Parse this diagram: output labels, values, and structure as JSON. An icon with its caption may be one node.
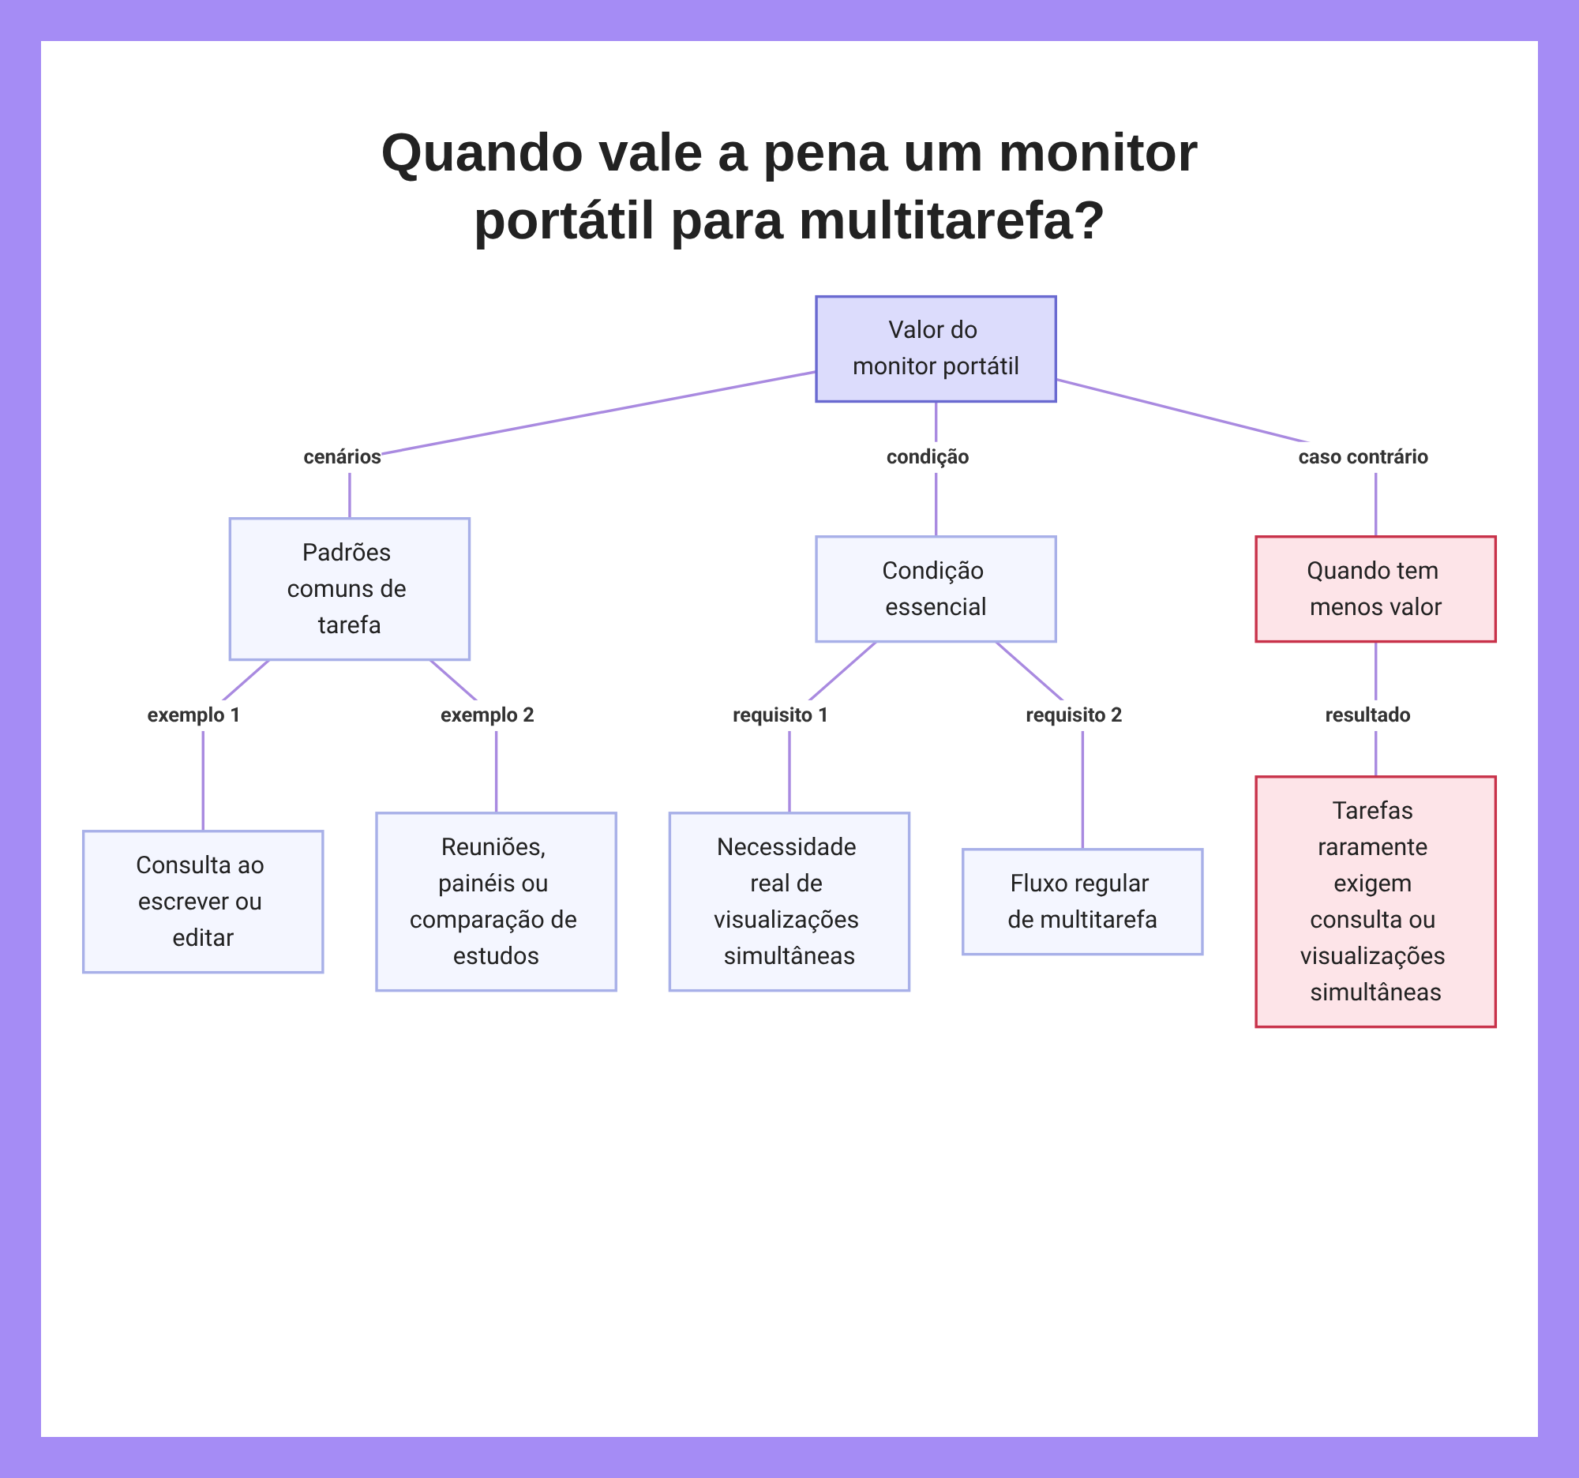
{
  "diagram": {
    "title": "Quando vale a pena um monitor portátil para multitarefa?",
    "nodes": [
      {
        "text": [
          "Valor do monitor portátil"
        ]
      },
      {
        "text": [
          "Padrões comuns de tarefa"
        ]
      },
      {
        "text": [
          "Condição essencial"
        ]
      },
      {
        "text": [
          "Quando tem menos valor"
        ]
      },
      {
        "text": [
          "Consulta ao escrever ou editar"
        ]
      },
      {
        "text": [
          "Reuniões, painéis ou comparação de estudos"
        ]
      },
      {
        "text": [
          "Necessidade real de visualizações simultâneas"
        ]
      },
      {
        "text": [
          "Fluxo regular de multitarefa"
        ]
      },
      {
        "text": [
          "Tarefas raramente exigem consulta ou visualizações simultâneas"
        ]
      }
    ],
    "edges": [
      {
        "from": 0,
        "to": 1,
        "arrow": "none",
        "label": "cenários"
      },
      {
        "from": 0,
        "to": 2,
        "arrow": "none",
        "label": "condição"
      },
      {
        "from": 0,
        "to": 3,
        "arrow": "none",
        "label": "caso contrário"
      },
      {
        "from": 1,
        "to": 4,
        "arrow": "none",
        "label": "exemplo 1"
      },
      {
        "from": 1,
        "to": 5,
        "arrow": "none",
        "label": "exemplo 2"
      },
      {
        "from": 2,
        "to": 6,
        "arrow": "none",
        "label": "requisito 1"
      },
      {
        "from": 2,
        "to": 7,
        "arrow": "none",
        "label": "requisito 2"
      },
      {
        "from": 3,
        "to": 8,
        "arrow": "none",
        "label": "resultado"
      }
    ]
  }
}
